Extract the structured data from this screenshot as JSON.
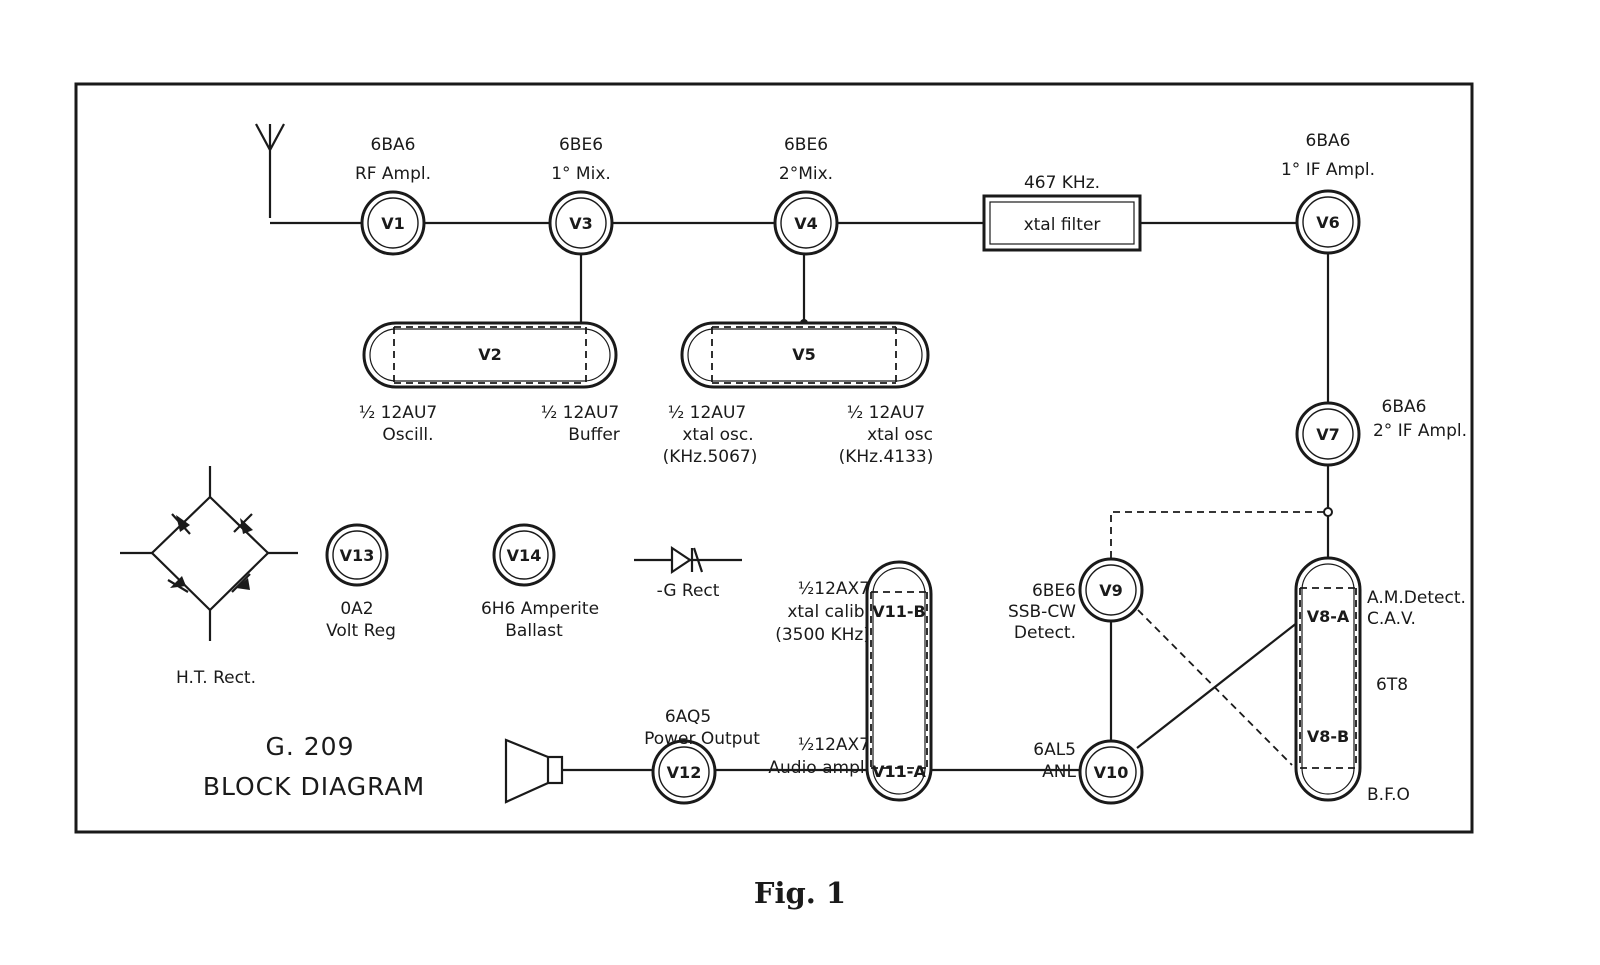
{
  "diagram": {
    "title": "G. 209",
    "subtitle": "BLOCK DIAGRAM",
    "caption": "Fig. 1",
    "tubes": {
      "v1": {
        "label": "V1",
        "type": "6BA6",
        "function": "RF Ampl."
      },
      "v3": {
        "label": "V3",
        "type": "6BE6",
        "function": "1° Mix."
      },
      "v4": {
        "label": "V4",
        "type": "6BE6",
        "function": "2°Mix."
      },
      "v6": {
        "label": "V6",
        "type": "6BA6",
        "function": "1° IF Ampl."
      },
      "v7": {
        "label": "V7",
        "type": "6BA6",
        "function": "2° IF Ampl."
      },
      "v9": {
        "label": "V9",
        "type": "6BE6",
        "function_line1": "SSB-CW",
        "function_line2": "Detect."
      },
      "v10": {
        "label": "V10",
        "type": "6AL5",
        "function": "ANL"
      },
      "v12": {
        "label": "V12",
        "type": "6AQ5",
        "function": "Power Output"
      },
      "v13": {
        "label": "V13",
        "type": "0A2",
        "function": "Volt Reg"
      },
      "v14": {
        "label": "V14",
        "type": "6H6 Amperite",
        "function": "Ballast"
      }
    },
    "filter": {
      "frequency": "467 KHz.",
      "label": "xtal filter"
    },
    "v2": {
      "label": "V2",
      "left": {
        "type": "½ 12AU7",
        "function": "Oscill."
      },
      "right": {
        "type": "½ 12AU7",
        "function": "Buffer"
      }
    },
    "v5": {
      "label": "V5",
      "left": {
        "type": "½ 12AU7",
        "function": "xtal osc.",
        "freq": "(KHz.5067)"
      },
      "right": {
        "type": "½ 12AU7",
        "function": "xtal osc",
        "freq": "(KHz.4133)"
      }
    },
    "v11": {
      "top_label": "V11-B",
      "bottom_label": "V11-A",
      "top": {
        "type": "½12AX7",
        "function": "xtal calib.",
        "freq": "(3500 KHz)"
      },
      "bottom": {
        "type": "½12AX7",
        "function": "Audio ampl."
      }
    },
    "v8": {
      "top_label": "V8-A",
      "bottom_label": "V8-B",
      "type": "6T8",
      "top_function_line1": "A.M.Detect.",
      "top_function_line2": "C.A.V.",
      "bottom_function": "B.F.O"
    },
    "ht_rect": "H.T. Rect.",
    "g_rect": "-G Rect"
  }
}
